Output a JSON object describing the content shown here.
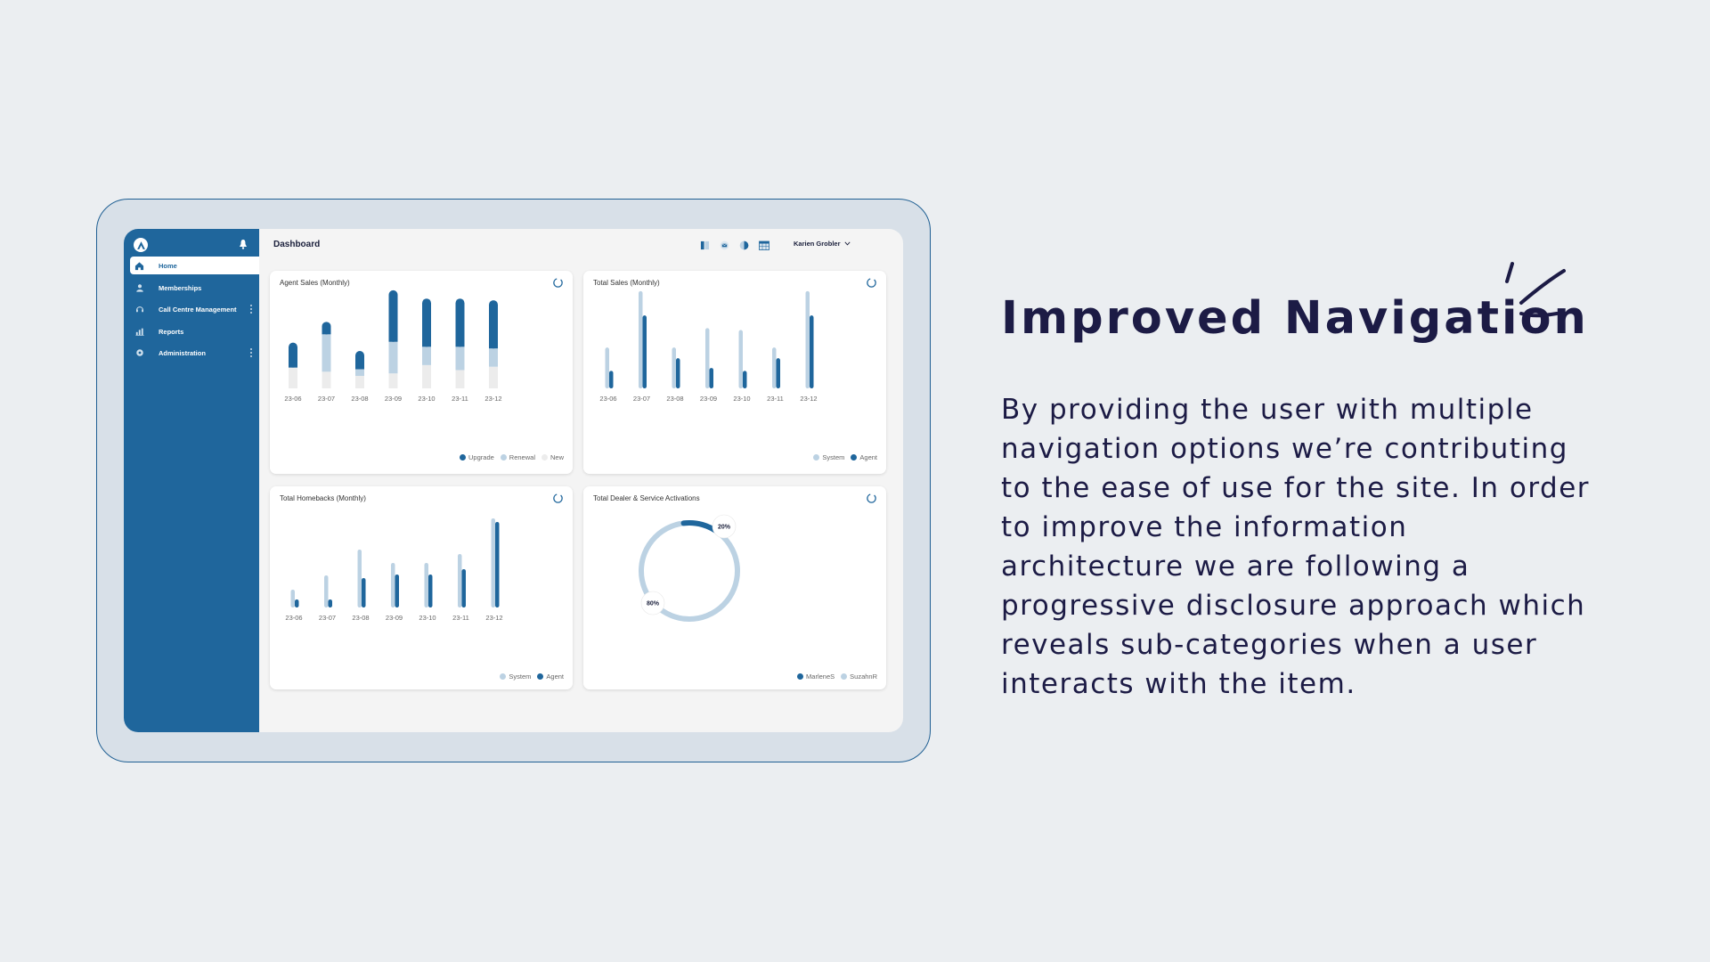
{
  "app": {
    "page_title": "Dashboard",
    "user_name": "Karien Grobler",
    "top_icons": [
      "layout-icon",
      "mail-icon",
      "theme-icon",
      "calendar-icon"
    ],
    "brand_color": "#1f669c",
    "light_color": "#bcd2e3",
    "pale_color": "#ececec"
  },
  "sidebar": {
    "items": [
      {
        "label": "Home",
        "icon": "home-icon",
        "active": true
      },
      {
        "label": "Memberships",
        "icon": "person-icon"
      },
      {
        "label": "Call Centre Management",
        "icon": "headset-icon",
        "has_menu": true
      },
      {
        "label": "Reports",
        "icon": "bar-chart-icon"
      },
      {
        "label": "Administration",
        "icon": "gear-icon",
        "has_menu": true
      }
    ]
  },
  "cards": {
    "agent_sales": {
      "title": "Agent Sales (Monthly)"
    },
    "total_sales": {
      "title": "Total Sales (Monthly)"
    },
    "homebacks": {
      "title": "Total Homebacks (Monthly)"
    },
    "activations": {
      "title": "Total Dealer & Service Activations"
    }
  },
  "chart_data": [
    {
      "type": "bar",
      "stacked": true,
      "title": "Agent Sales (Monthly)",
      "categories": [
        "23-06",
        "23-07",
        "23-08",
        "23-09",
        "23-10",
        "23-11",
        "23-12"
      ],
      "series": [
        {
          "name": "New",
          "color": "#ececec",
          "values": [
            25,
            20,
            15,
            18,
            28,
            22,
            26
          ]
        },
        {
          "name": "Renewal",
          "color": "#bcd2e3",
          "values": [
            0,
            45,
            8,
            38,
            22,
            28,
            22
          ]
        },
        {
          "name": "Upgrade",
          "color": "#1f669c",
          "values": [
            30,
            15,
            22,
            62,
            58,
            58,
            58
          ]
        }
      ],
      "ylim": [
        0,
        120
      ],
      "legend": "bottom-right",
      "legend_order": [
        "Upgrade",
        "Renewal",
        "New"
      ]
    },
    {
      "type": "bar",
      "title": "Total Sales (Monthly)",
      "categories": [
        "23-06",
        "23-07",
        "23-08",
        "23-09",
        "23-10",
        "23-11",
        "23-12"
      ],
      "series": [
        {
          "name": "System",
          "color": "#bcd2e3",
          "values": [
            42,
            100,
            42,
            62,
            60,
            42,
            100
          ]
        },
        {
          "name": "Agent",
          "color": "#1f669c",
          "values": [
            18,
            75,
            31,
            21,
            18,
            31,
            75
          ]
        }
      ],
      "ylim": [
        0,
        110
      ],
      "legend": "bottom-right"
    },
    {
      "type": "bar",
      "title": "Total Homebacks (Monthly)",
      "categories": [
        "23-06",
        "23-07",
        "23-08",
        "23-09",
        "23-10",
        "23-11",
        "23-12"
      ],
      "series": [
        {
          "name": "System",
          "color": "#bcd2e3",
          "values": [
            20,
            36,
            65,
            50,
            50,
            60,
            100
          ]
        },
        {
          "name": "Agent",
          "color": "#1f669c",
          "values": [
            9,
            9,
            33,
            37,
            37,
            43,
            96
          ]
        }
      ],
      "ylim": [
        0,
        110
      ],
      "legend": "bottom-right"
    },
    {
      "type": "pie",
      "donut": true,
      "title": "Total Dealer & Service Activations",
      "slices": [
        {
          "name": "MarleneS",
          "color": "#1f669c",
          "value": 20,
          "label": "20%"
        },
        {
          "name": "SuzahnR",
          "color": "#bcd2e3",
          "value": 80,
          "label": "80%"
        }
      ],
      "legend": "bottom-right"
    }
  ],
  "content": {
    "heading": "Improved Navigation",
    "body_lines": [
      "By providing the user with multiple",
      "navigation options we’re contributing",
      "to the ease of use for the site. In order",
      "to improve the information",
      "architecture we are following a",
      "progressive disclosure approach which",
      "reveals sub-categories when a user",
      "interacts with the item."
    ]
  }
}
